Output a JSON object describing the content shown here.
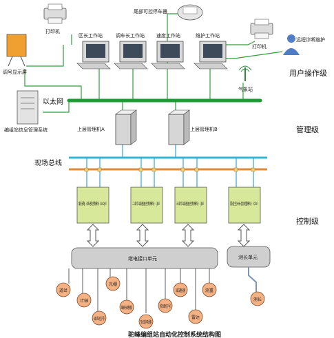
{
  "top": {
    "printer_left": "打印机",
    "tail_printer": "尾部可控停车器",
    "printer_right": "打印机",
    "workstations": [
      "区长工作站",
      "调车长工作站",
      "速度工作站",
      "维护工作站"
    ],
    "display_screen": "调号显示屏",
    "remote": "远程诊断维护",
    "weather": "气象站",
    "hump_system": "编组站信息管理系统"
  },
  "network": {
    "ethernet": "以太网",
    "fieldbus": "现场总线"
  },
  "management": {
    "host_a": "上层管理机A",
    "host_b": "上层管理机B"
  },
  "modules": [
    "缓放进路、调车进路控制模块（LB-DJR）",
    "二部位减速器控制模块（JB）",
    "三部位减速器控制模块（JB）",
    "股道空闲长度测量模块（CB）"
  ],
  "interface": {
    "relay_unit": "继电接口单元",
    "measure_unit": "测长单元"
  },
  "devices": [
    "道岔",
    "计轴",
    "调车信号",
    "光栅",
    "编码踏板",
    "轨道电路",
    "驼峰信号",
    "减速器",
    "雷达",
    "测重"
  ],
  "measure_device": "测长",
  "levels": {
    "user": "用户操作级",
    "management": "管理级",
    "control": "控制级"
  },
  "caption": "驼峰编组站自动化控制系统结构图"
}
